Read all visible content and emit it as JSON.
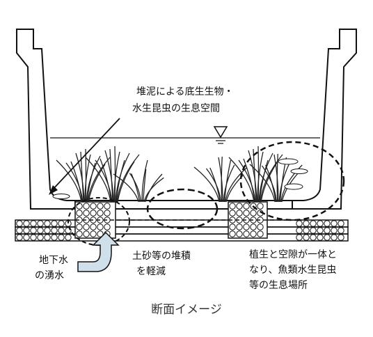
{
  "annotations": {
    "sediment_line1": "堆泥による底生生物・",
    "sediment_line2": "水生昆虫の生息空間",
    "spring_line1": "地下水",
    "spring_line2": "の湧水",
    "soil_line1": "土砂等の堆積",
    "soil_line2": "を軽減",
    "habitat_line1": "植生と空隙が一体と",
    "habitat_line2": "なり、魚類水生昆虫",
    "habitat_line3": "等の生息場所"
  },
  "caption": "断面イメージ",
  "colors": {
    "channel_stroke": "#111111",
    "spring_arrow_fill": "#cfe0ea",
    "plant_stroke": "#222222",
    "background": "#ffffff"
  },
  "icons": {
    "water_level": "water-level-triangle-icon",
    "spring_arrow": "upward-curved-arrow-icon"
  }
}
